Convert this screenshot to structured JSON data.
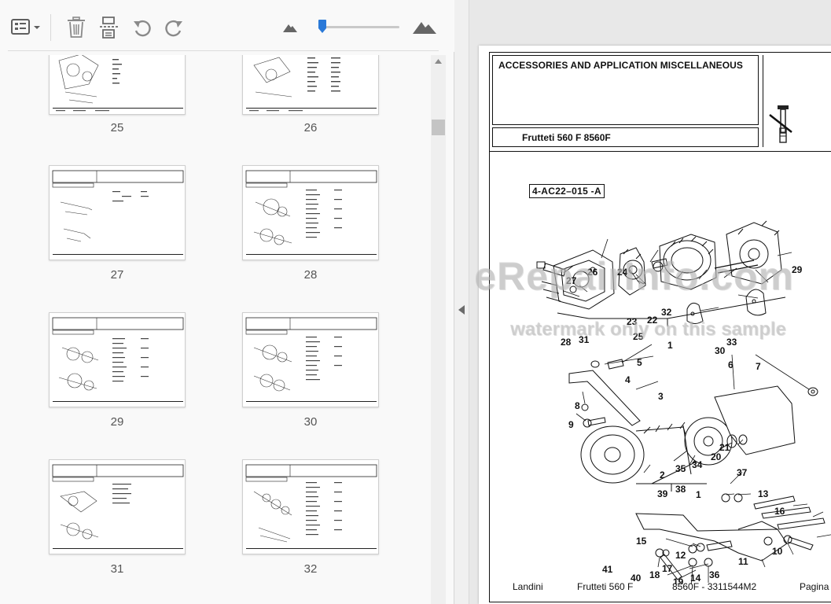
{
  "toolbar": {
    "buttons": [
      {
        "name": "view-options-button",
        "icon": "list-view-icon"
      },
      {
        "name": "delete-button",
        "icon": "trash-icon"
      },
      {
        "name": "extract-button",
        "icon": "page-extract-icon"
      },
      {
        "name": "undo-button",
        "icon": "undo-icon"
      },
      {
        "name": "redo-button",
        "icon": "redo-icon"
      },
      {
        "name": "zoom-out-button",
        "icon": "small-mountain-icon"
      },
      {
        "name": "zoom-in-button",
        "icon": "large-mountain-icon"
      }
    ],
    "thumbnail_size_fraction": 0.02,
    "accent_color": "#2a79d8"
  },
  "thumbnails": [
    {
      "page": "25"
    },
    {
      "page": "26"
    },
    {
      "page": "27"
    },
    {
      "page": "28"
    },
    {
      "page": "29"
    },
    {
      "page": "30"
    },
    {
      "page": "31"
    },
    {
      "page": "32"
    }
  ],
  "document": {
    "title": "ACCESSORIES AND APPLICATION MISCELLANEOUS",
    "subtitle": "Frutteti 560 F 8560F",
    "diagram_ref": "4-AC22–015 -A",
    "callouts": [
      "1",
      "1",
      "2",
      "3",
      "4",
      "5",
      "6",
      "7",
      "8",
      "9",
      "10",
      "11",
      "12",
      "13",
      "14",
      "15",
      "16",
      "17",
      "18",
      "19",
      "20",
      "21",
      "22",
      "23",
      "24",
      "25",
      "26",
      "27",
      "28",
      "29",
      "30",
      "31",
      "32",
      "33",
      "34",
      "35",
      "36",
      "37",
      "38",
      "39",
      "40",
      "41"
    ],
    "footer": {
      "brand": "Landini",
      "model": "Frutteti 560 F",
      "part": "8560F - 3311544M2",
      "page_label": "Pagina"
    }
  },
  "watermark": {
    "main": "eRepairInfo.com",
    "sub": "watermark only on this sample"
  }
}
